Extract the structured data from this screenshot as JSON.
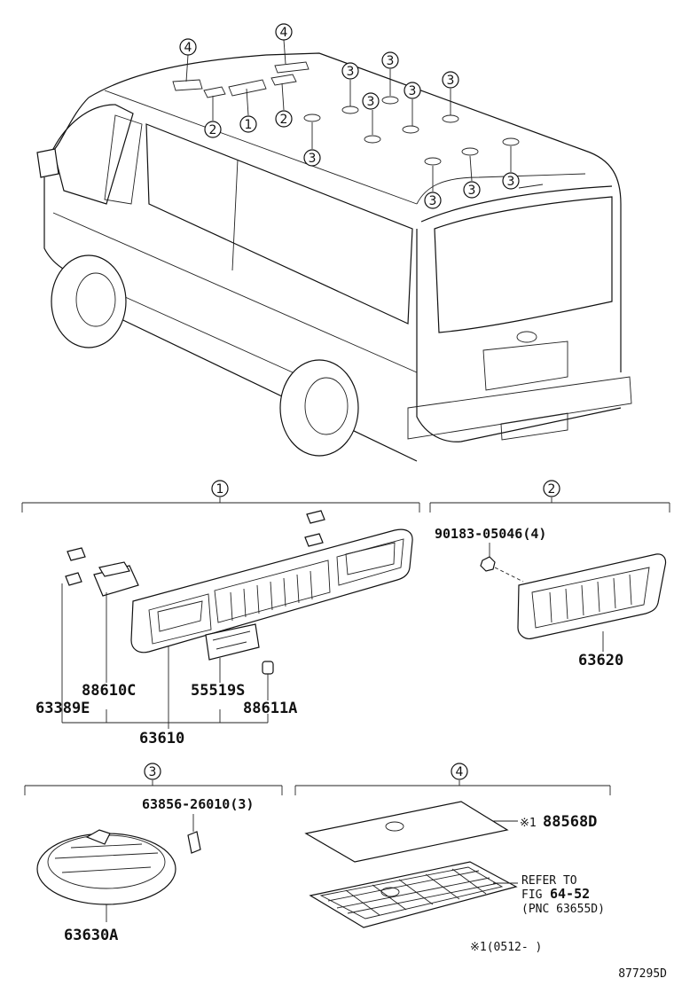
{
  "callouts": {
    "c1": "1",
    "c2": "2",
    "c3": "3",
    "c4": "4"
  },
  "section1": {
    "parts": {
      "p88610C": "88610C",
      "p63389E": "63389E",
      "p55519S": "55519S",
      "p88611A": "88611A",
      "p63610": "63610"
    }
  },
  "section2": {
    "parts": {
      "p90183": "90183-05046(4)",
      "p63620": "63620"
    }
  },
  "section3": {
    "parts": {
      "p63856": "63856-26010(3)",
      "p63630A": "63630A"
    }
  },
  "section4": {
    "parts": {
      "p88568D": "88568D",
      "mark": "※1",
      "refer1": "REFER TO",
      "refer2_prefix": "FIG",
      "refer2_num": "64-52",
      "refer3": "(PNC 63655D)"
    },
    "footnote": "※1(0512-    )"
  },
  "diagram_id": "877295D"
}
